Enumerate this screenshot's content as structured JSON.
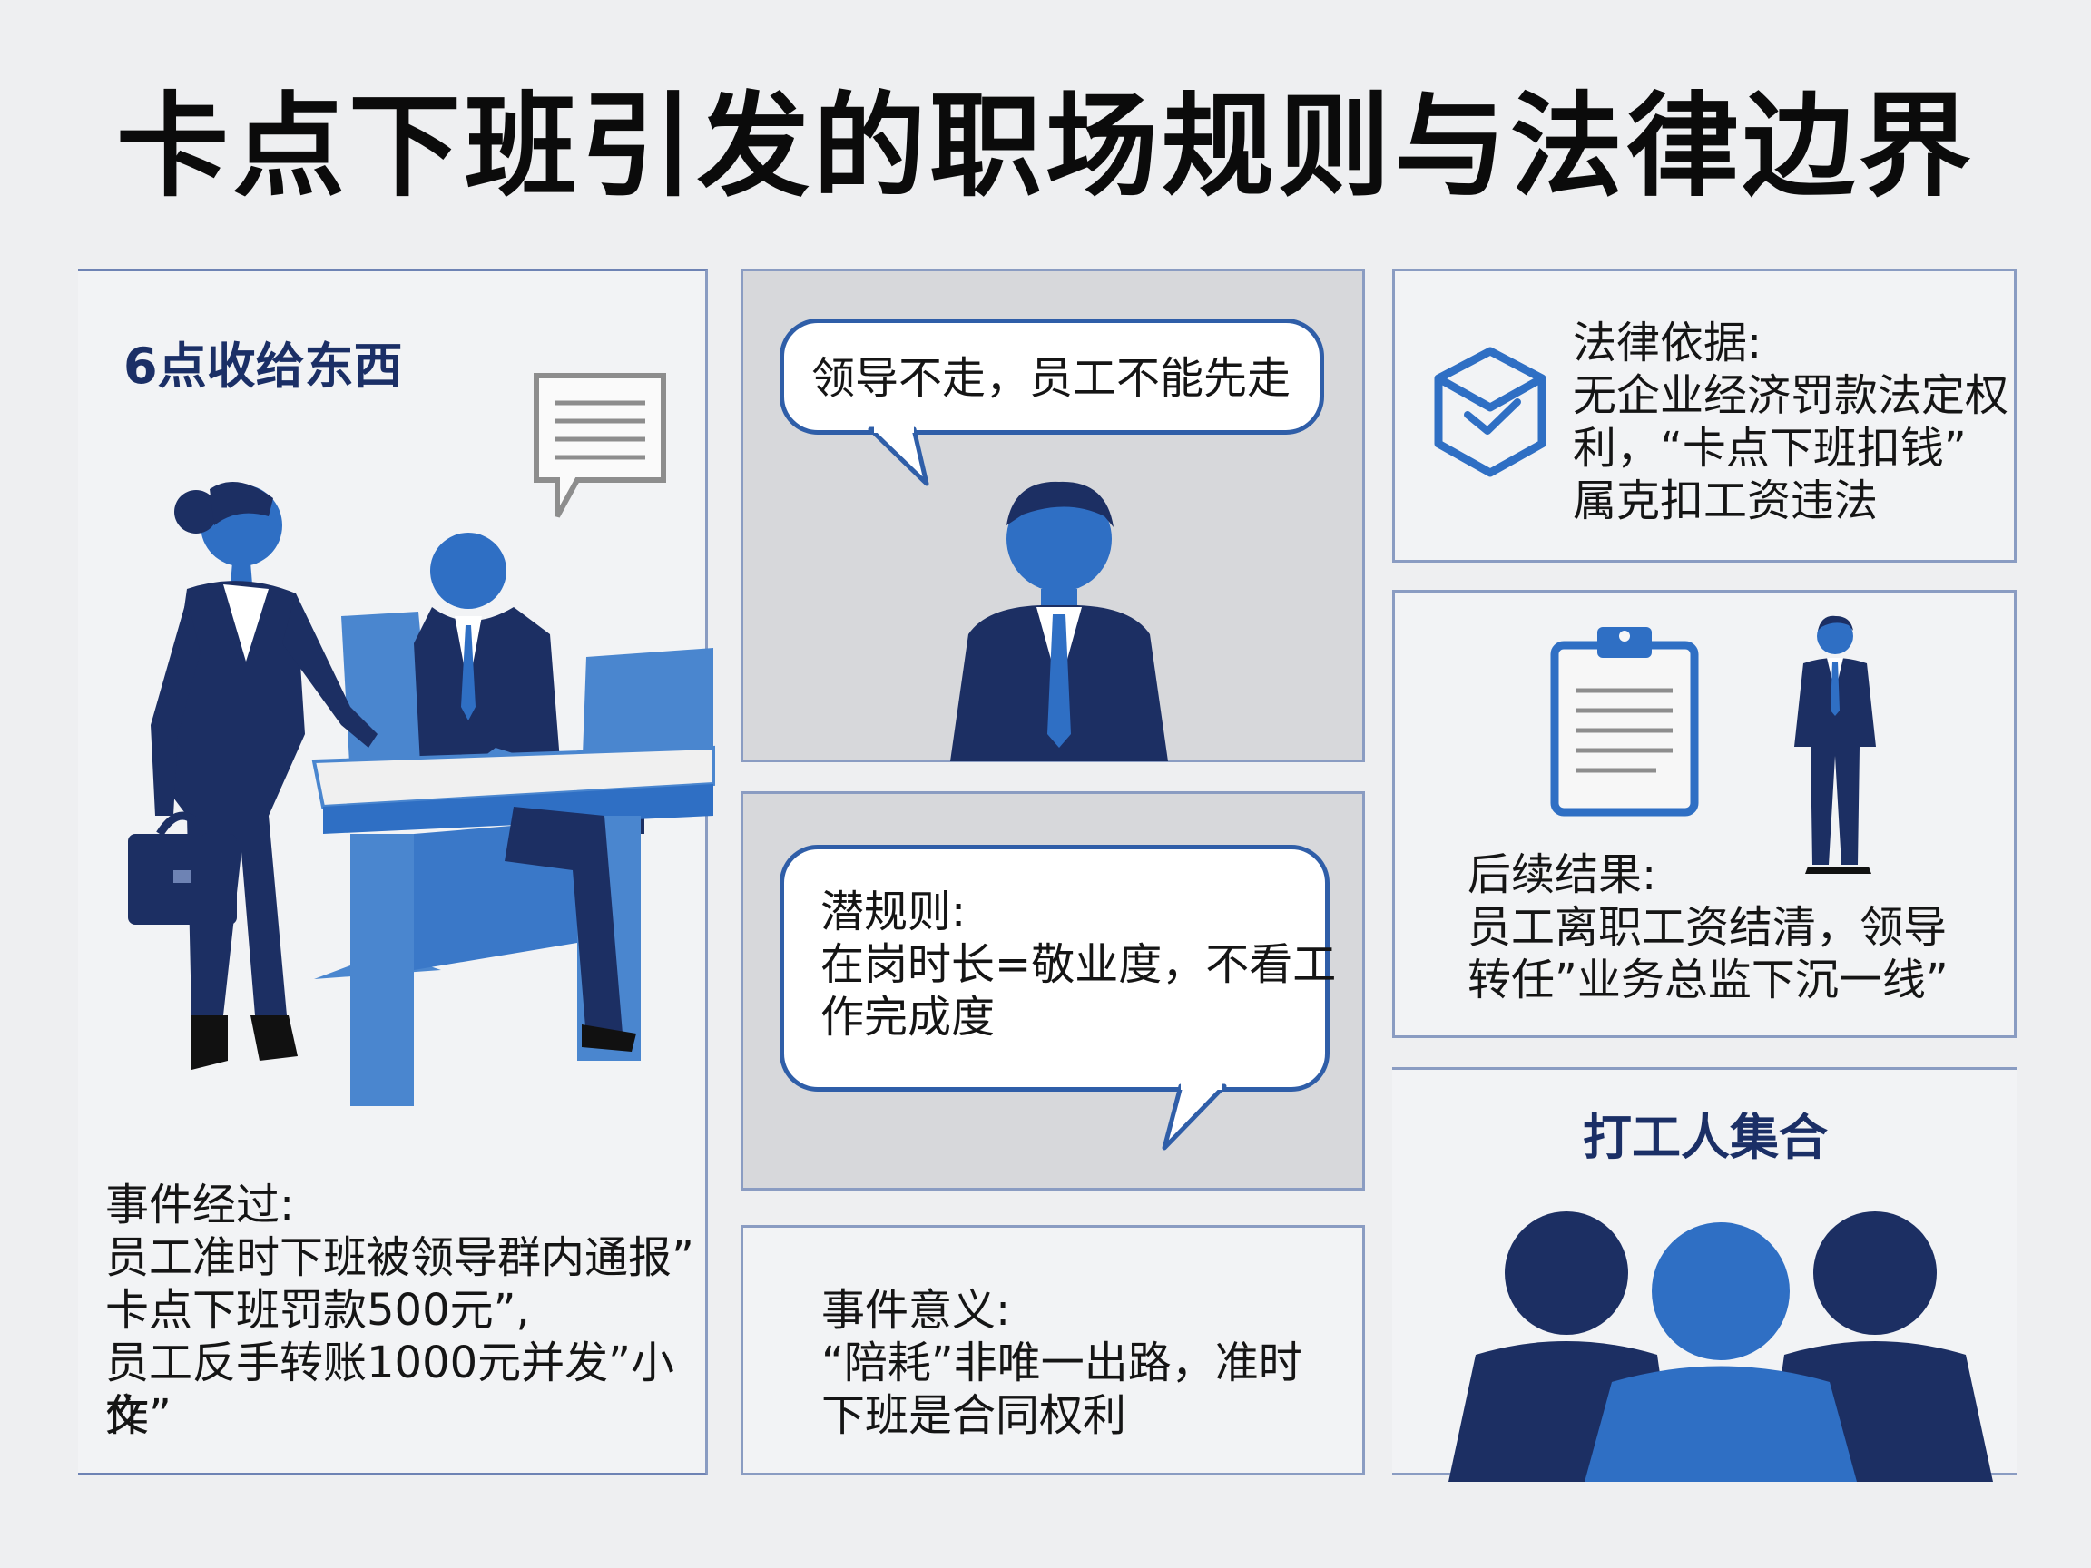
{
  "title": "卡点下班引发的职场规则与法律边界",
  "panel_left": {
    "heading": "6点收给东西",
    "event_lines": [
      "事件经过:",
      "员工准时下班被领导群内通报”",
      "卡点下班罚款500元”,",
      "员工反手转账1000元并发”小作",
      "文”"
    ]
  },
  "panel_leader": {
    "speech": "领导不走，员工不能先走"
  },
  "panel_rule": {
    "lines": [
      "潜规则:",
      "在岗时长=敬业度，不看工",
      "作完成度"
    ]
  },
  "panel_meaning": {
    "lines": [
      "事件意义:",
      "“陪耗”非唯一出路，准时",
      "下班是合同权利"
    ]
  },
  "panel_law": {
    "lines": [
      "法律依据:",
      "无企业经济罚款法定权",
      "利，“卡点下班扣钱”",
      "属克扣工资违法"
    ]
  },
  "panel_result": {
    "lines": [
      "后续结果:",
      "员工离职工资结清，领导",
      "转任”业务总监下沉一线”"
    ]
  },
  "panel_workers": {
    "heading": "打工人集合"
  },
  "colors": {
    "navy": "#1c2f63",
    "blue": "#2f6fc4",
    "light_blue": "#4a86cf",
    "border": "#6e83b4"
  },
  "icons": [
    "speech-bubble-icon",
    "box-icon",
    "clipboard-icon"
  ]
}
